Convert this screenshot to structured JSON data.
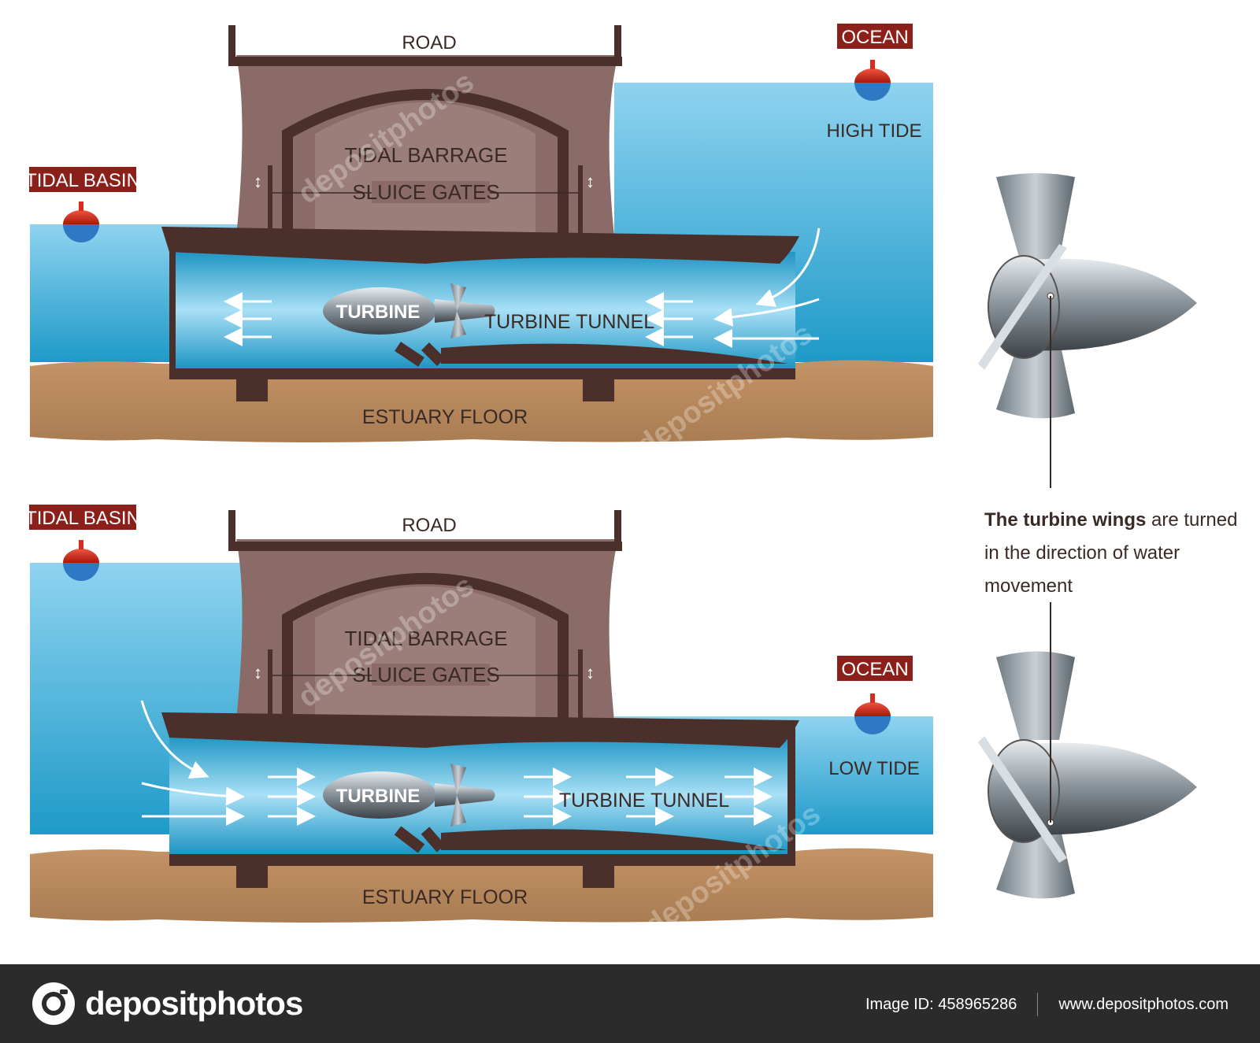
{
  "colors": {
    "water_light": "#8fd3f0",
    "water_deep": "#1e9ac8",
    "structure": "#4a2f2a",
    "concrete": "#8a6b67",
    "floor": "#b98a5c",
    "tag": "#8b1f1a",
    "buoy_red": "#d92b1e",
    "buoy_blue": "#2f78c4",
    "footer_bg": "#2b2b2b"
  },
  "top_panel": {
    "road": "ROAD",
    "ocean_tag": "OCEAN",
    "tide": "HIGH TIDE",
    "basin_tag": "TIDAL BASIN",
    "barrage": "TIDAL BARRAGE",
    "sluice": "SLUICE GATES",
    "turbine": "TURBINE",
    "tunnel": "TURBINE TUNNEL",
    "floor": "ESTUARY FLOOR"
  },
  "bottom_panel": {
    "road": "ROAD",
    "ocean_tag": "OCEAN",
    "tide": "LOW TIDE",
    "basin_tag": "TIDAL BASIN",
    "barrage": "TIDAL BARRAGE",
    "sluice": "SLUICE GATES",
    "turbine": "TURBINE",
    "tunnel": "TURBINE TUNNEL",
    "floor": "ESTUARY FLOOR"
  },
  "caption": {
    "bold": "The turbine wings",
    "rest": " are turned in the direction of water movement"
  },
  "watermark": "depositphotos",
  "footer": {
    "brand": "depositphotos",
    "image_id": "Image ID: 458965286",
    "url": "www.depositphotos.com"
  }
}
